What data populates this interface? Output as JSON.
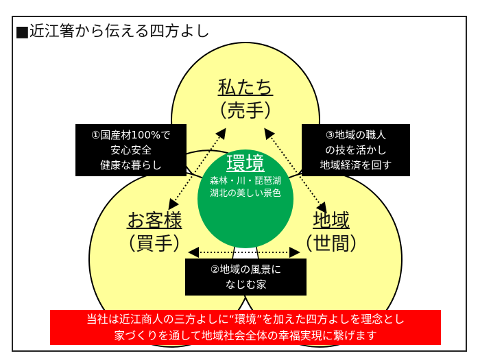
{
  "title": "■近江箸から伝える四方よし",
  "nodes": {
    "top": {
      "name": "私たち",
      "role": "（売手）"
    },
    "left": {
      "name": "お客様",
      "role": "（買手）"
    },
    "right": {
      "name": "地域",
      "role": "（世間）"
    },
    "center": {
      "name": "環境",
      "line1": "森林・川・琵琶湖",
      "line2": "湖北の美しい景色"
    }
  },
  "boxes": [
    {
      "lines": [
        "①国産材100%で",
        "安心安全",
        "健康な暮らし"
      ]
    },
    {
      "lines": [
        "②地域の風景に",
        "なじむ家"
      ]
    },
    {
      "lines": [
        "③地域の職人",
        "の技を活かし",
        "地域経済を回す"
      ]
    }
  ],
  "footer": {
    "line1": "当社は近江商人の三方よしに“環境”を加えた四方よしを理念とし",
    "line2": "家づくりを通して地域社会全体の幸福実現に繋げます"
  },
  "colors": {
    "yellow": "#ffff99",
    "green": "#00a650",
    "red": "#ff0000"
  }
}
